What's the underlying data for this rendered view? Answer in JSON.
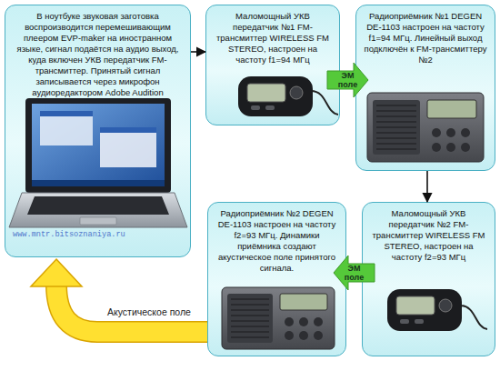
{
  "diagram": {
    "nodes": [
      {
        "text": [
          "В ноутбуке звуковая заготовка воспроизводится перемешивающим плеером EVP-maker на иностранном языке, сигнал подаётся на аудио выход, куда включен УКВ передатчик FM-трансмиттер. Принятый сигнал записывается через микрофон аудиоредактором Adobe Audition"
        ]
      },
      {
        "text": [
          "Маломощный УКВ передатчик №1 FM-трансмиттер WIRELESS FM STEREO, настроен на частоту f1=94 МГц"
        ]
      },
      {
        "text": [
          "Радиоприёмник №1 DEGEN DE-1103 настроен на частоту f1=94 МГц. Линейный выход подключён к FM-трансмиттеру №2"
        ]
      },
      {
        "text": [
          "Маломощный УКВ передатчик №2 FM-трансмиттер WIRELESS FM STEREO, настроен на частоту f2=93 МГц"
        ]
      },
      {
        "text": [
          "Радиоприёмник №2 DEGEN DE-1103 настроен на частоту f2=93 МГц. Динамики приёмника создают акустическое поле принятого сигнала."
        ]
      }
    ],
    "edges": [
      {
        "from": 0,
        "to": 1,
        "arrow": "to"
      },
      {
        "from": 1,
        "to": 2,
        "label": "ЭМ поле",
        "arrow": "to"
      },
      {
        "from": 2,
        "to": 3,
        "arrow": "to"
      },
      {
        "from": 3,
        "to": 4,
        "label": "ЭМ поле",
        "arrow": "to"
      },
      {
        "from": 4,
        "to": 0,
        "label": "Акустическое поле",
        "arrow": "to"
      }
    ],
    "labels": [
      "www.mntr.bitsoznaniya.ru"
    ]
  }
}
